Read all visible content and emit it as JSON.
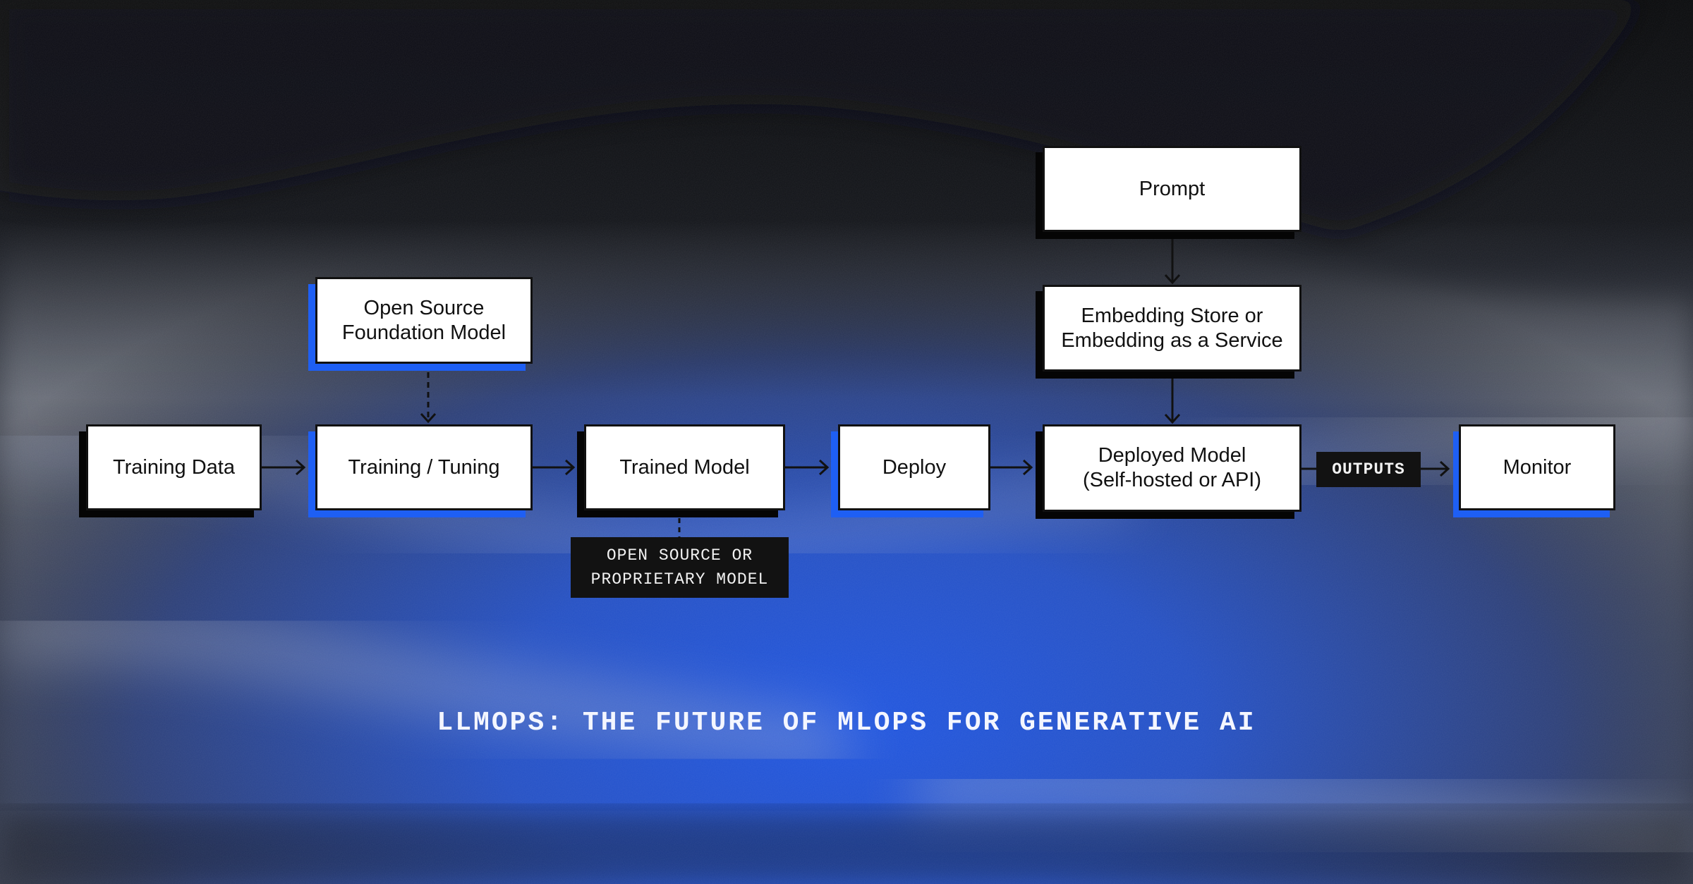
{
  "title": "LLMOPS: THE FUTURE OF MLOPS FOR GENERATIVE AI",
  "colors": {
    "node_fill": "#ffffff",
    "node_border": "#111111",
    "shadow_black": "#050505",
    "shadow_blue": "#1e5ff4",
    "tag_fill": "#121212",
    "tag_text": "#f2f2f2",
    "title_text": "#f4f6ff"
  },
  "nodes": {
    "training_data": {
      "label": "Training Data",
      "shadow": "black"
    },
    "foundation_model": {
      "line1": "Open Source",
      "line2": "Foundation Model",
      "shadow": "blue"
    },
    "training_tuning": {
      "label": "Training / Tuning",
      "shadow": "blue"
    },
    "trained_model": {
      "label": "Trained Model",
      "shadow": "black"
    },
    "deploy": {
      "label": "Deploy",
      "shadow": "blue"
    },
    "prompt": {
      "label": "Prompt",
      "shadow": "black"
    },
    "embedding": {
      "line1": "Embedding Store or",
      "line2": "Embedding as a Service",
      "shadow": "black"
    },
    "deployed_model": {
      "line1": "Deployed Model",
      "line2": "(Self-hosted or API)",
      "shadow": "black"
    },
    "monitor": {
      "label": "Monitor",
      "shadow": "blue"
    }
  },
  "tags": {
    "model_type": {
      "line1": "OPEN SOURCE OR",
      "line2": "PROPRIETARY MODEL"
    },
    "outputs": {
      "label": "OUTPUTS"
    }
  },
  "edges": [
    {
      "from": "Training Data",
      "to": "Training / Tuning",
      "style": "solid"
    },
    {
      "from": "Open Source Foundation Model",
      "to": "Training / Tuning",
      "style": "dashed"
    },
    {
      "from": "Training / Tuning",
      "to": "Trained Model",
      "style": "solid"
    },
    {
      "from": "Trained Model",
      "to": "OPEN SOURCE OR PROPRIETARY MODEL",
      "style": "dashed-no-arrow"
    },
    {
      "from": "Trained Model",
      "to": "Deploy",
      "style": "solid"
    },
    {
      "from": "Deploy",
      "to": "Deployed Model",
      "style": "solid"
    },
    {
      "from": "Prompt",
      "to": "Embedding Store or Embedding as a Service",
      "style": "solid"
    },
    {
      "from": "Embedding Store or Embedding as a Service",
      "to": "Deployed Model",
      "style": "solid"
    },
    {
      "from": "Deployed Model",
      "to": "Monitor",
      "style": "solid",
      "label": "OUTPUTS"
    }
  ]
}
